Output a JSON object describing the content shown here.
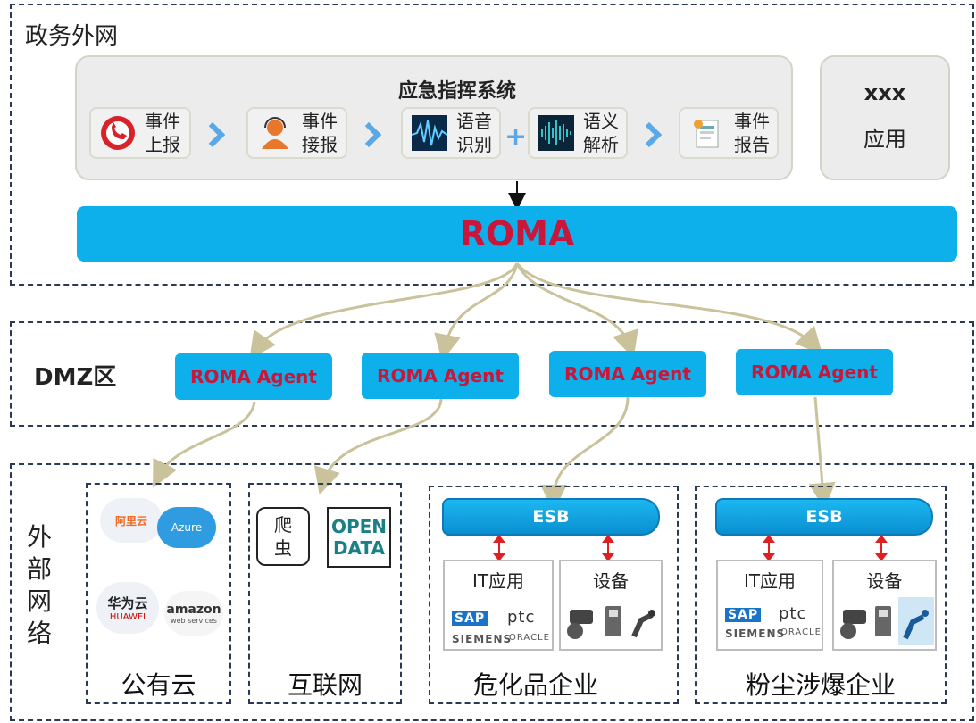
{
  "zones": {
    "gov": "政务外网",
    "dmz": "DMZ区",
    "ext": "外部网络"
  },
  "emergency": {
    "title": "应急指挥系统",
    "steps": [
      {
        "label": "事件上报",
        "icon": "phone-icon"
      },
      {
        "label": "事件接报",
        "icon": "operator-icon"
      },
      {
        "label": "语音识别",
        "icon": "waveform-icon"
      },
      {
        "label": "语义解析",
        "icon": "audio-spectrum-icon"
      },
      {
        "label": "事件报告",
        "icon": "report-icon"
      }
    ]
  },
  "xxx_app": {
    "line1": "xxx",
    "line2": "应用"
  },
  "roma": "ROMA",
  "agents": [
    "ROMA Agent",
    "ROMA Agent",
    "ROMA Agent",
    "ROMA Agent"
  ],
  "public_cloud": {
    "label": "公有云",
    "logos": [
      "阿里云",
      "Azure",
      "华为云",
      "HUAWEI",
      "amazon",
      "web services"
    ]
  },
  "internet": {
    "label": "互联网",
    "crawler": "爬虫",
    "open_data_1": "OPEN",
    "open_data_2": "DATA"
  },
  "hazchem": {
    "label": "危化品企业",
    "esb": "ESB",
    "it": "IT应用",
    "device": "设备",
    "logos": [
      "SAP",
      "ptc",
      "SIEMENS",
      "ORACLE"
    ]
  },
  "dust": {
    "label": "粉尘涉爆企业",
    "esb": "ESB",
    "it": "IT应用",
    "device": "设备",
    "logos": [
      "SAP",
      "ptc",
      "SIEMENS",
      "ORACLE"
    ]
  },
  "colors": {
    "accent": "#0db0ea",
    "roma_text": "#c8173a",
    "link": "#c9c29a"
  }
}
